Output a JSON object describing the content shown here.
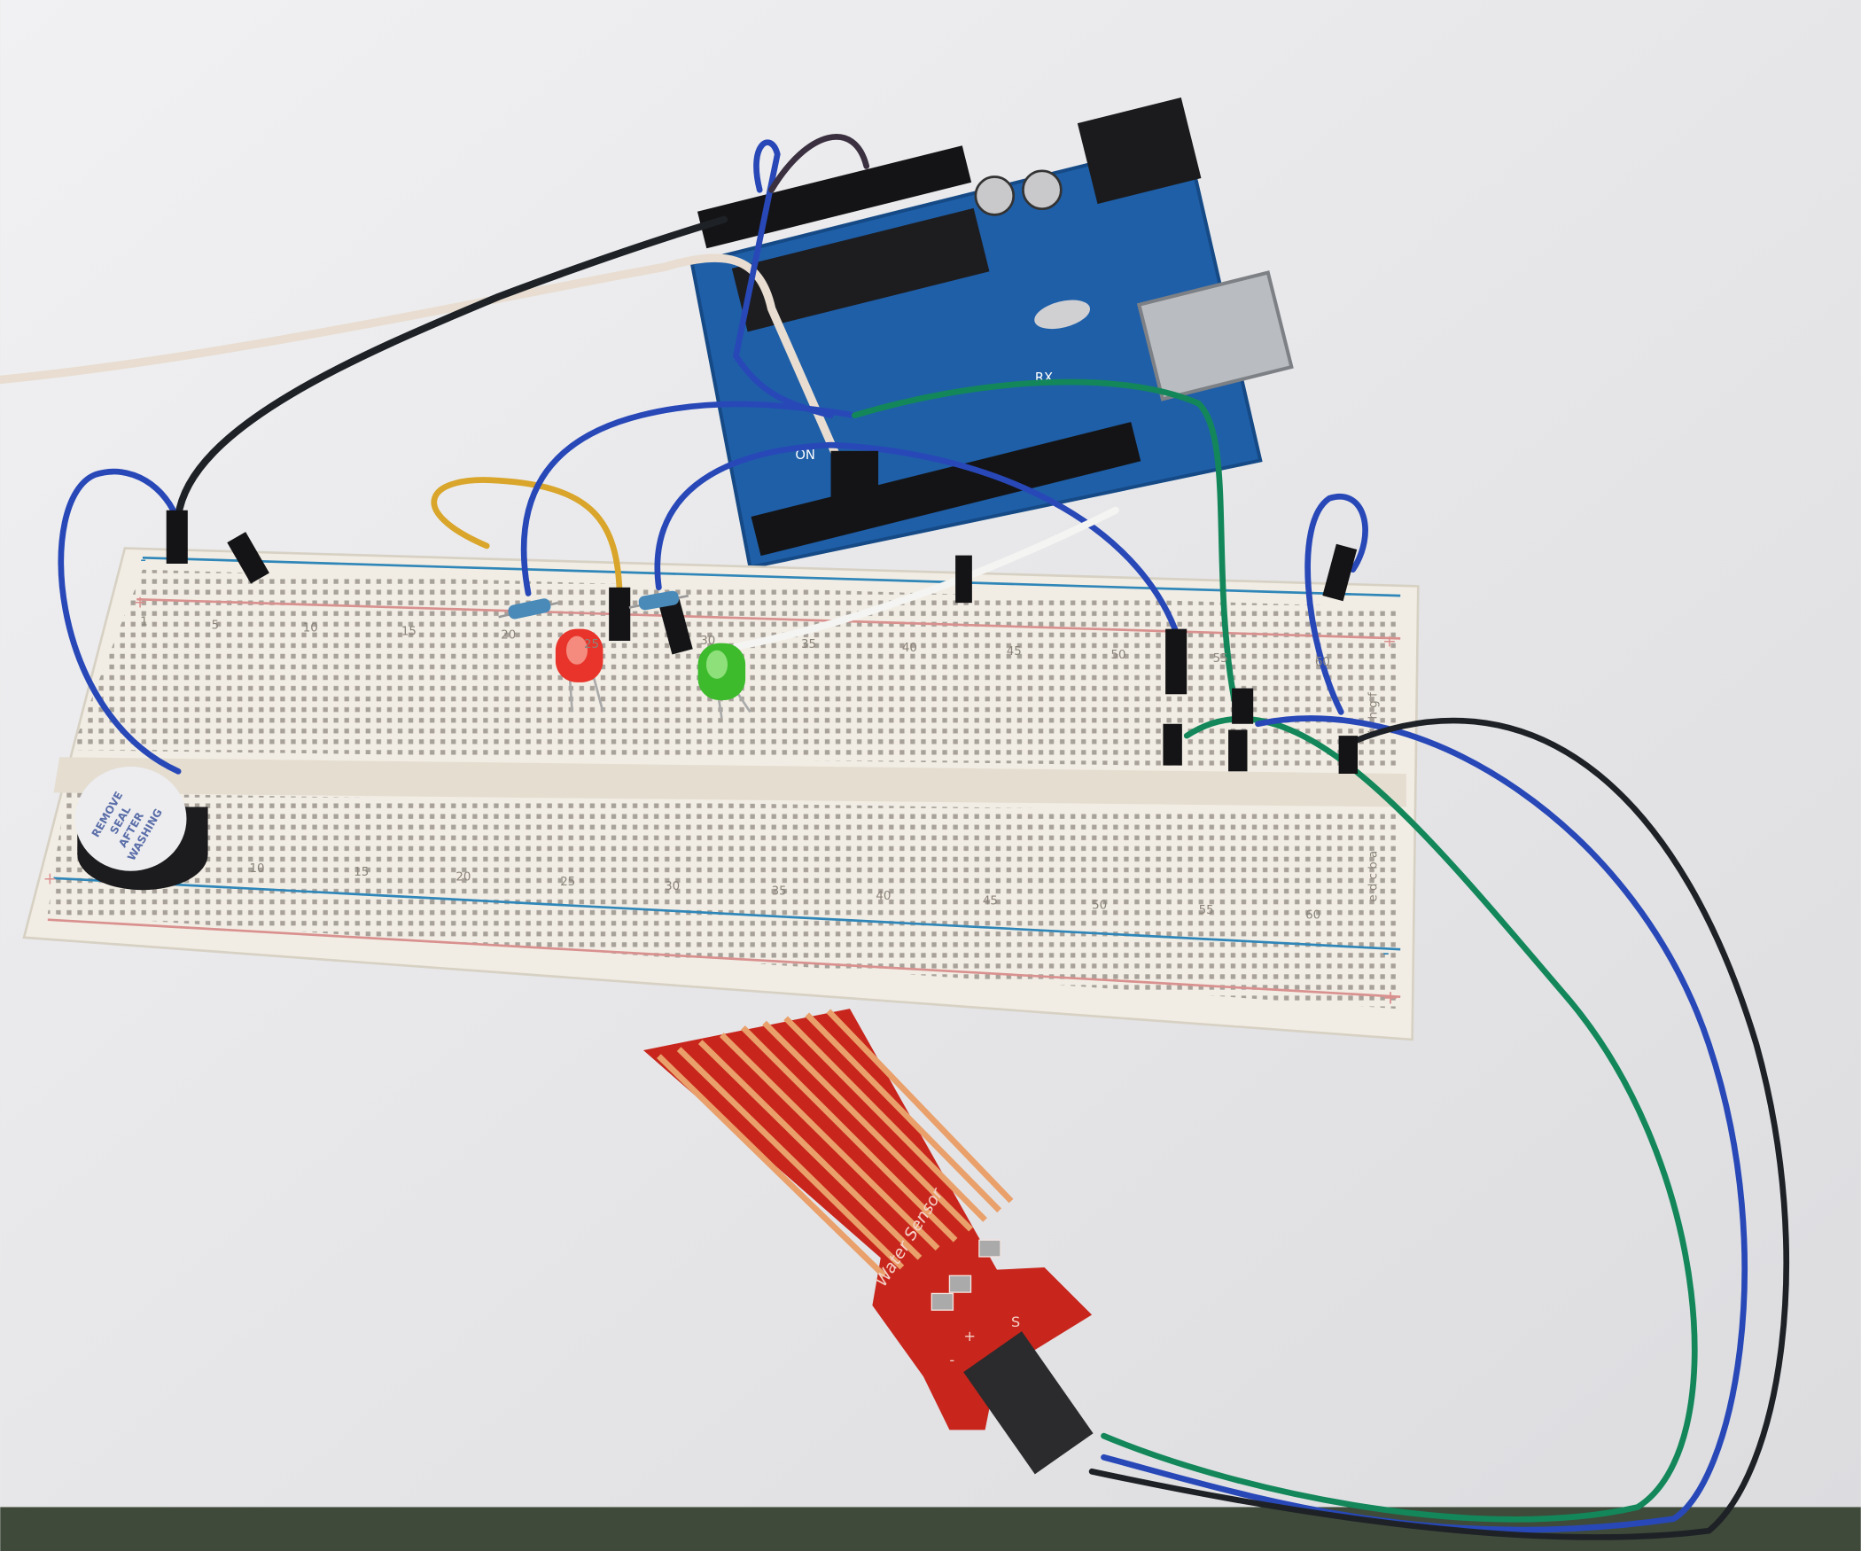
{
  "scene": {
    "colors": {
      "background": "#e6e6e8",
      "arduino_board": "#1f5fa8",
      "breadboard": "#f2ede4",
      "sensor_pcb": "#c8261c",
      "sensor_traces": "#e9a06a",
      "wire_blue": "#2848b8",
      "wire_green": "#13875a",
      "wire_black": "#1e2226",
      "wire_white": "#e8ddd0",
      "wire_yellow": "#d9a52a",
      "led_red": "#e8342a",
      "led_green": "#3dbb2c"
    },
    "breadboard": {
      "column_numbers_top": [
        "1",
        "5",
        "10",
        "15",
        "20",
        "25",
        "30",
        "35",
        "40",
        "45",
        "50",
        "55",
        "60"
      ],
      "column_numbers_bottom": [
        "10",
        "15",
        "20",
        "25",
        "30",
        "35",
        "40",
        "45",
        "50",
        "55",
        "60"
      ],
      "row_letters_top": "j i h g f",
      "row_letters_bottom": "e d c b a",
      "rail_plus": "+",
      "rail_minus": "-"
    },
    "arduino": {
      "rx_label": "RX",
      "on_label": "ON"
    },
    "buzzer": {
      "label_lines": [
        "REMOVE",
        "SEAL",
        "AFTER",
        "WASHING"
      ]
    },
    "water_sensor": {
      "title": "Water Sensor",
      "pin_s": "S",
      "pin_plus": "+",
      "pin_minus": "-"
    }
  }
}
